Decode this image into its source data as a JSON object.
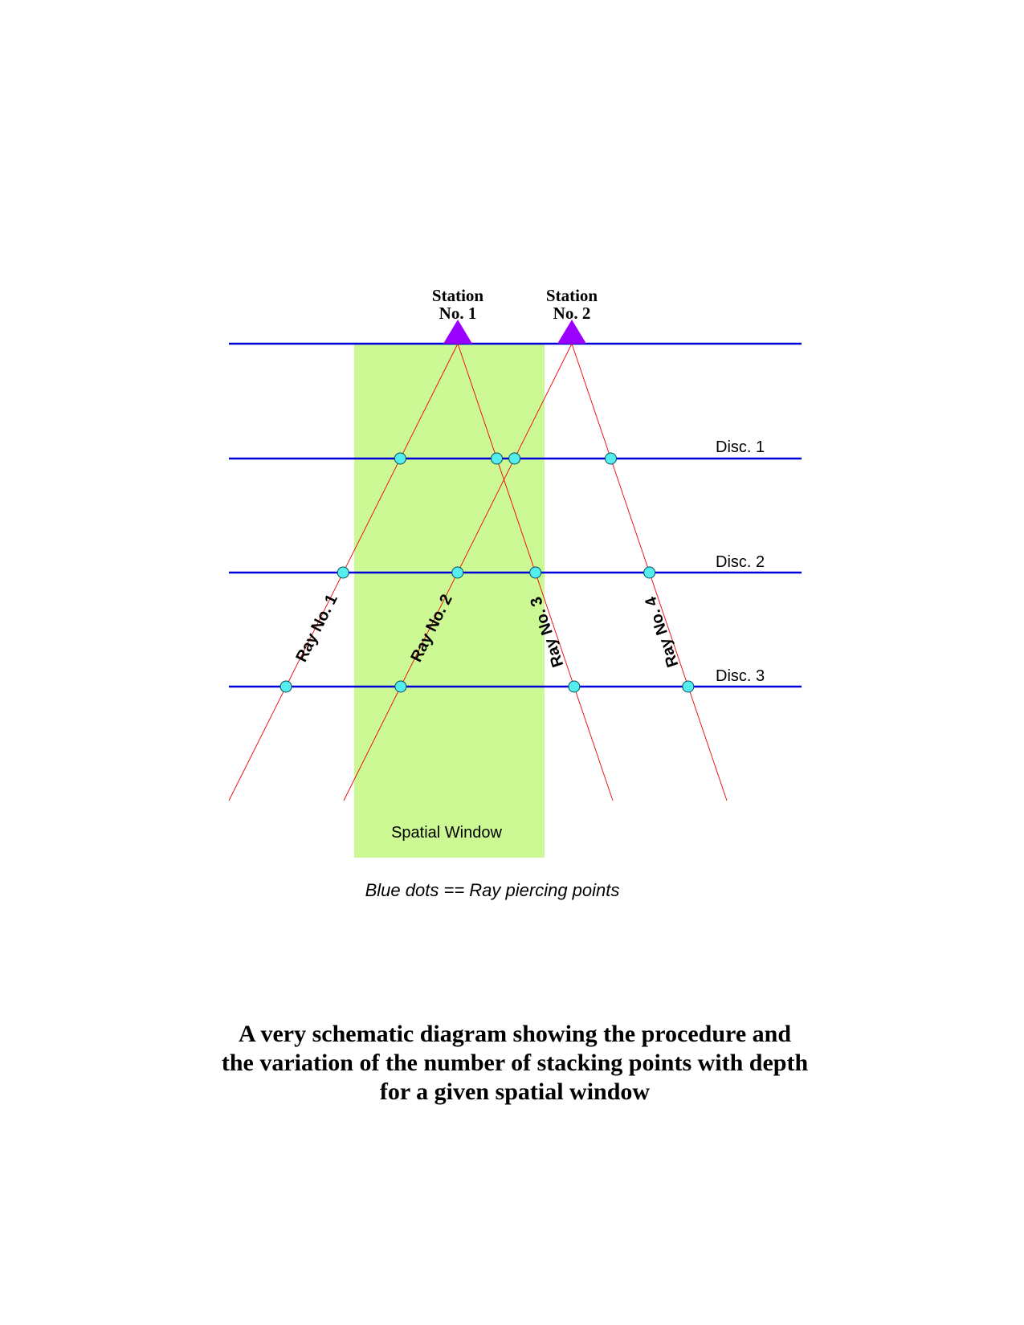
{
  "stations": [
    {
      "line1": "Station",
      "line2": "No. 1"
    },
    {
      "line1": "Station",
      "line2": "No. 2"
    }
  ],
  "discontinuities": [
    "Disc. 1",
    "Disc. 2",
    "Disc. 3"
  ],
  "rays": [
    "Ray No. 1",
    "Ray No. 2",
    "Ray No. 3",
    "Ray No. 4"
  ],
  "spatial_window_label": "Spatial Window",
  "legend": "Blue dots == Ray piercing points",
  "caption": [
    "A very schematic diagram showing the procedure and",
    "the variation of the number of stacking points with depth",
    "for a given spatial window"
  ],
  "colors": {
    "layer_line": "#0000dd",
    "ray": "#ee0000",
    "station": "#9900ff",
    "piercing_point": "#55eeee",
    "window": "#ccf994"
  }
}
